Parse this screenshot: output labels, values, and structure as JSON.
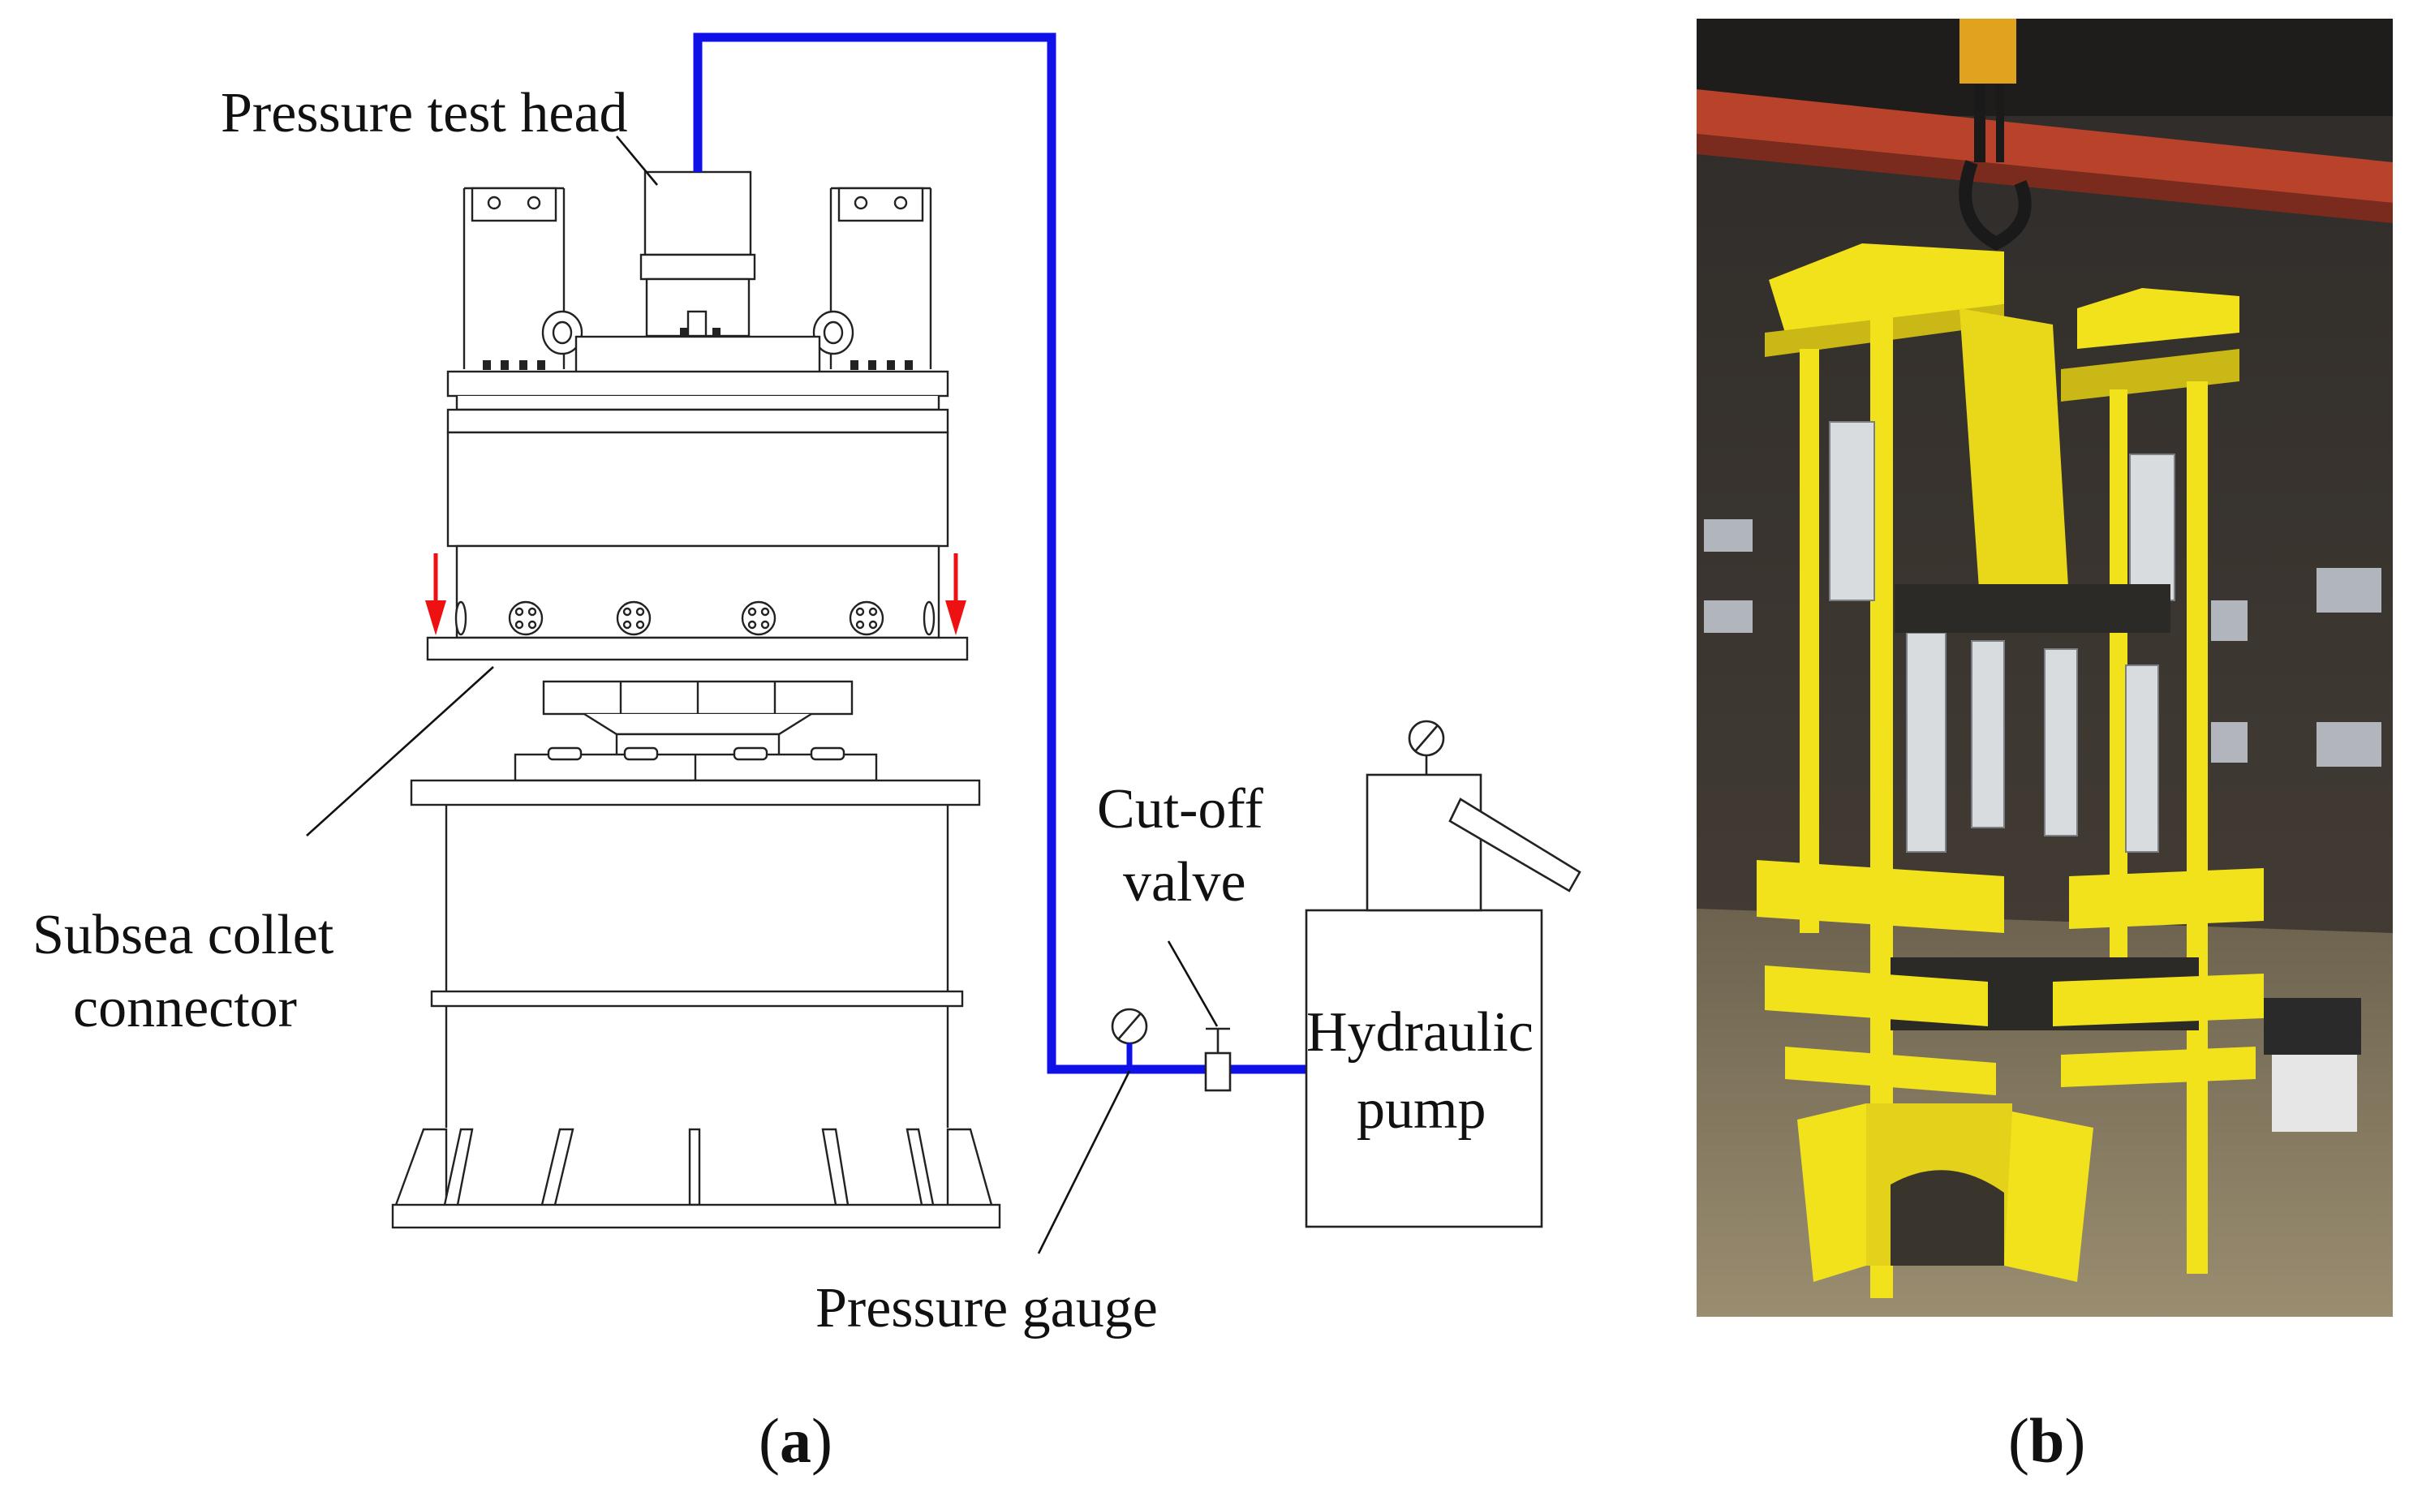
{
  "labels": {
    "pressure_test_head": "Pressure test head",
    "subsea_collet_connector_1": "Subsea collet",
    "subsea_collet_connector_2": "connector",
    "cut_off_valve_1": "Cut-off",
    "cut_off_valve_2": "valve",
    "hydraulic_pump_1": "Hydraulic",
    "hydraulic_pump_2": "pump",
    "pressure_gauge": "Pressure gauge"
  },
  "panels": {
    "a_open": "(",
    "a_letter": "a",
    "a_close": ")",
    "b_open": "(",
    "b_letter": "b",
    "b_close": ")"
  },
  "colors": {
    "pipe": "#1010e8",
    "arrow": "#ee1111",
    "line": "#222222",
    "photo_yellow": "#f2e21c",
    "photo_crane": "#b8432a",
    "photo_wall": "#3b3530",
    "photo_floor": "#8a7f66"
  }
}
